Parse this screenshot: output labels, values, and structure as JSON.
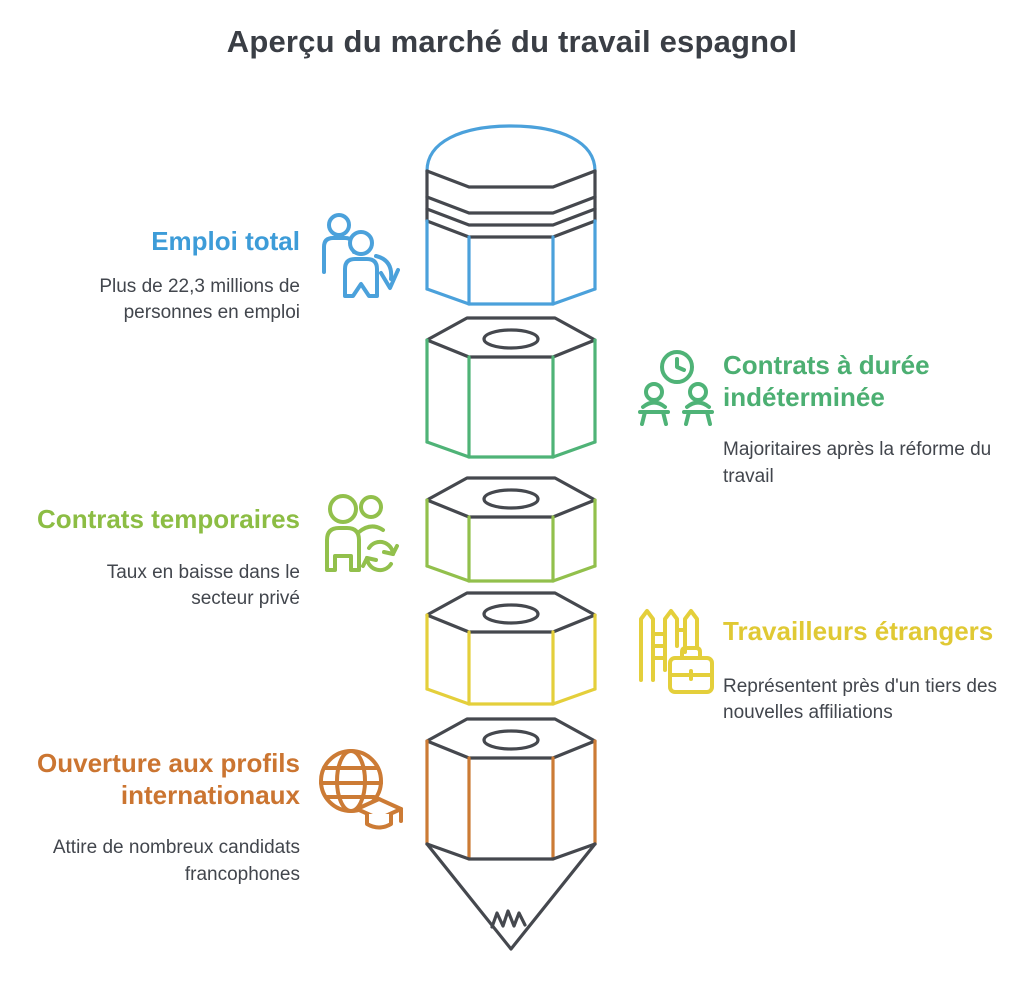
{
  "title": "Aperçu du marché du travail espagnol",
  "items": [
    {
      "side": "left",
      "heading": "Emploi total",
      "body": "Plus de 22,3 millions de personnes en emploi",
      "color": "#3d9cd8",
      "icon": "people-arrow-down-icon"
    },
    {
      "side": "right",
      "heading": "Contrats à durée indéterminée",
      "body": "Majoritaires après la réforme du travail",
      "color": "#4caf72",
      "icon": "clock-workers-icon"
    },
    {
      "side": "left",
      "heading": "Contrats temporaires",
      "body": "Taux en baisse dans le secteur privé",
      "color": "#8cbd44",
      "icon": "people-refresh-icon"
    },
    {
      "side": "right",
      "heading": "Travailleurs étrangers",
      "body": "Représentent près d'un tiers des nouvelles affiliations",
      "color": "#e0c934",
      "icon": "fence-briefcase-icon"
    },
    {
      "side": "left",
      "heading": "Ouverture aux profils internationaux",
      "body": "Attire de nombreux candidats francophones",
      "color": "#cb7531",
      "icon": "globe-graduation-icon"
    }
  ],
  "pencil": {
    "outline_color": "#45484e",
    "segments": [
      {
        "name": "eraser-cap",
        "color": "#4ba1db"
      },
      {
        "name": "segment-contrats-cdi",
        "color": "#4fb377"
      },
      {
        "name": "segment-contrats-temporaires",
        "color": "#92c04c"
      },
      {
        "name": "segment-travailleurs-etrangers",
        "color": "#e4cf3b"
      },
      {
        "name": "segment-profils-internationaux",
        "color": "#cc7b35"
      }
    ]
  }
}
